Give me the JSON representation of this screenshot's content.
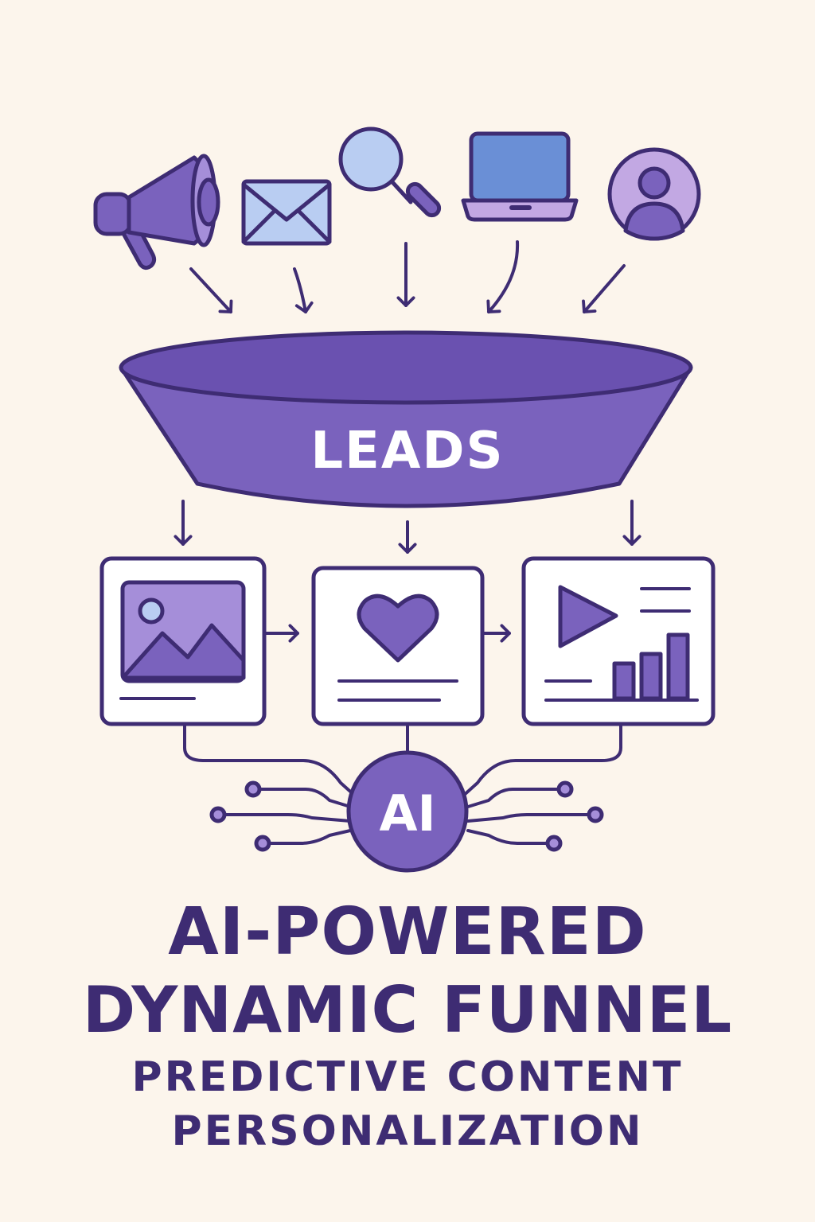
{
  "funnel": {
    "label": "LEADS"
  },
  "sources": [
    {
      "icon": "megaphone-icon"
    },
    {
      "icon": "envelope-icon"
    },
    {
      "icon": "magnifier-icon"
    },
    {
      "icon": "laptop-icon"
    },
    {
      "icon": "user-avatar-icon"
    }
  ],
  "content_cards": [
    {
      "icon": "image-icon"
    },
    {
      "icon": "heart-icon"
    },
    {
      "icon": "video-analytics-icon"
    }
  ],
  "ai_hub": {
    "label": "AI"
  },
  "title": {
    "line1": "AI-POWERED",
    "line2": "DYNAMIC FUNNEL"
  },
  "subtitle": {
    "line1": "PREDICTIVE CONTENT",
    "line2": "PERSONALIZATION"
  },
  "colors": {
    "background": "#fcf5ec",
    "ink": "#3e2c73",
    "purple": "#7a62bd",
    "purple_dark": "#6a51b0",
    "lavender": "#c2a8e3",
    "light_blue": "#b9cdf2",
    "blue": "#6a8fd6",
    "white": "#ffffff"
  }
}
